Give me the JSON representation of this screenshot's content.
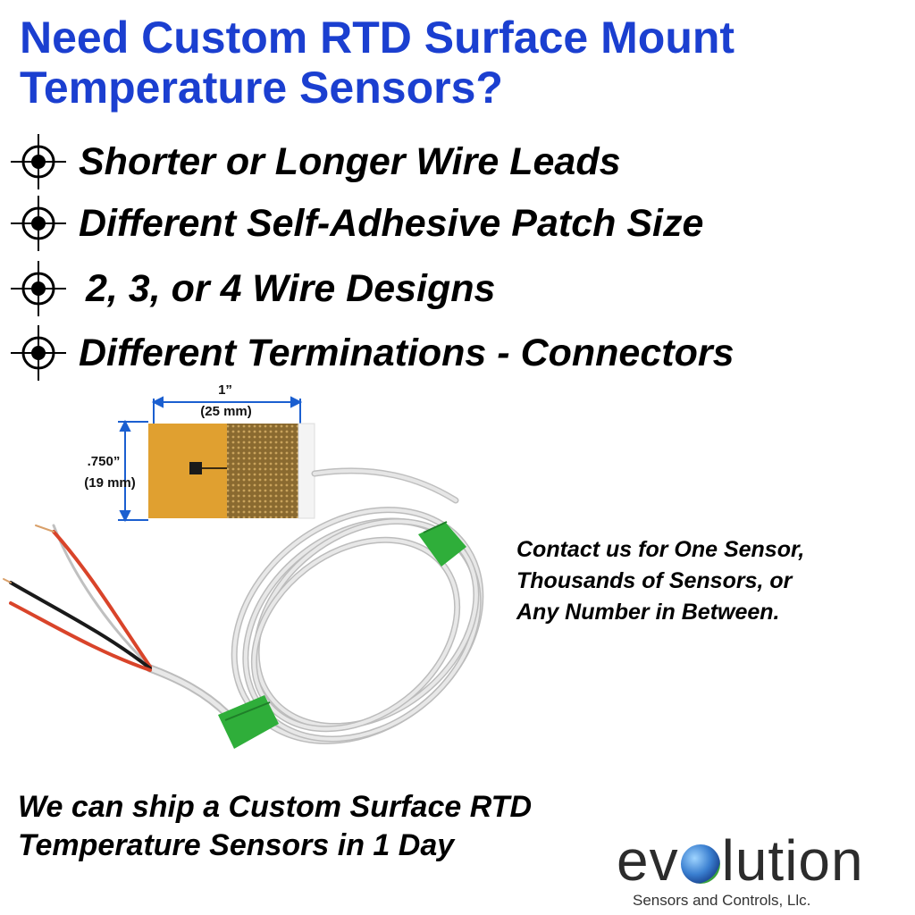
{
  "header": {
    "title_line1": "Need Custom RTD Surface Mount",
    "title_line2": "Temperature Sensors?"
  },
  "bullets": [
    "Shorter or Longer Wire Leads",
    "Different Self-Adhesive Patch Size",
    "2, 3, or 4 Wire Designs",
    "Different Terminations - Connectors"
  ],
  "dimensions": {
    "width_in": "1”",
    "width_mm": "(25 mm)",
    "height_in": ".750”",
    "height_mm": "(19 mm)"
  },
  "contact": {
    "line1": "Contact us for One Sensor,",
    "line2": "Thousands of Sensors, or",
    "line3": "Any Number in Between."
  },
  "shipping": {
    "line1": "We can ship a Custom Surface RTD",
    "line2": "Temperature Sensors in 1 Day"
  },
  "logo": {
    "word_start": "ev",
    "word_end": "lution",
    "tagline": "Sensors and Controls, Llc."
  },
  "colors": {
    "title": "#1b3fd0",
    "tape": "#2fae3a",
    "cable": "#d8d8d8",
    "patch": "#e0a030"
  }
}
